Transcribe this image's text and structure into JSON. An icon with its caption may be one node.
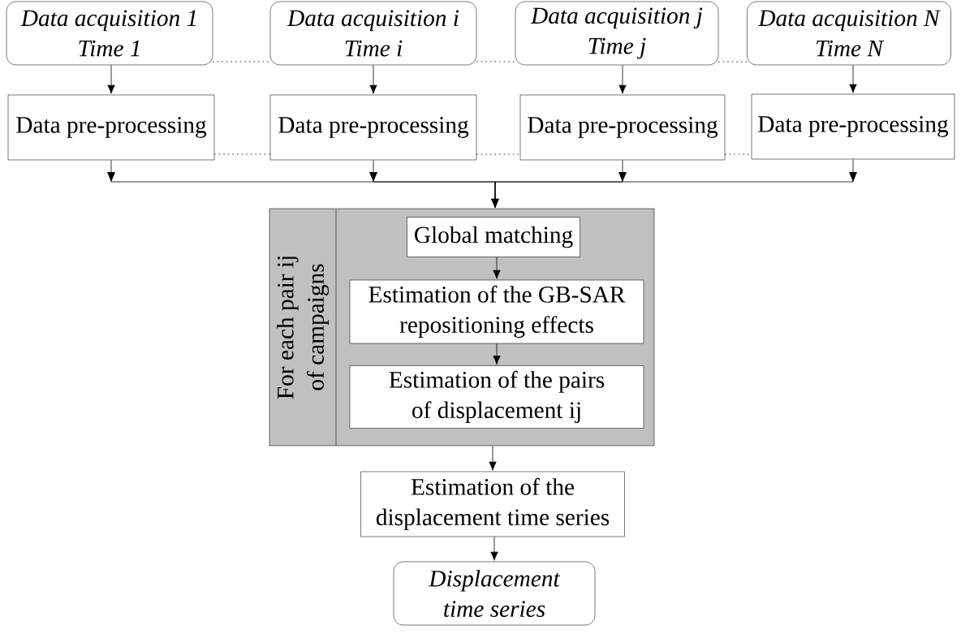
{
  "diagram": {
    "nodes": [
      {
        "text": [
          "Data acquisition 1 Time 1"
        ]
      },
      {
        "text": [
          "Data acquisition i Time i"
        ]
      },
      {
        "text": [
          "Data acquisition j Time j"
        ]
      },
      {
        "text": [
          "Data acquisition N Time N"
        ]
      },
      {
        "text": [
          "Data pre-processing"
        ]
      },
      {
        "text": [
          "Data pre-processing"
        ]
      },
      {
        "text": [
          "Data pre-processing"
        ]
      },
      {
        "text": [
          "Data pre-processing"
        ]
      },
      {
        "text": [
          "For each pair ij of campaigns"
        ]
      },
      {
        "text": [
          "Global matching"
        ],
        "in": 8
      },
      {
        "text": [
          "Estimation of the GB-SAR repositioning effects"
        ],
        "in": 8
      },
      {
        "text": [
          "Estimation of the pairs of displacement ij"
        ],
        "in": 8
      },
      {
        "text": [
          "Estimation of the displacement time series"
        ]
      },
      {
        "text": [
          "Displacement time series"
        ]
      }
    ],
    "edges": [
      {
        "from": 0,
        "to": 4,
        "arrow": "to"
      },
      {
        "from": 1,
        "to": 5,
        "arrow": "to"
      },
      {
        "from": 2,
        "to": 6,
        "arrow": "to"
      },
      {
        "from": 3,
        "to": 7,
        "arrow": "to"
      },
      {
        "from": 4,
        "to": 8,
        "arrow": "to"
      },
      {
        "from": 5,
        "to": 8,
        "arrow": "to"
      },
      {
        "from": 6,
        "to": 8,
        "arrow": "to"
      },
      {
        "from": 7,
        "to": 8,
        "arrow": "to"
      },
      {
        "from": 9,
        "to": 10,
        "arrow": "to"
      },
      {
        "from": 10,
        "to": 11,
        "arrow": "to"
      },
      {
        "from": 8,
        "to": 12,
        "arrow": "to"
      },
      {
        "from": 12,
        "to": 13,
        "arrow": "to"
      },
      {
        "from": 0,
        "to": 1,
        "arrow": "none",
        "style": "dashed"
      },
      {
        "from": 1,
        "to": 2,
        "arrow": "none",
        "style": "dashed"
      },
      {
        "from": 2,
        "to": 3,
        "arrow": "none",
        "style": "dashed"
      },
      {
        "from": 4,
        "to": 5,
        "arrow": "none",
        "style": "dashed"
      },
      {
        "from": 5,
        "to": 6,
        "arrow": "none",
        "style": "dashed"
      },
      {
        "from": 6,
        "to": 7,
        "arrow": "none",
        "style": "dashed"
      }
    ]
  }
}
